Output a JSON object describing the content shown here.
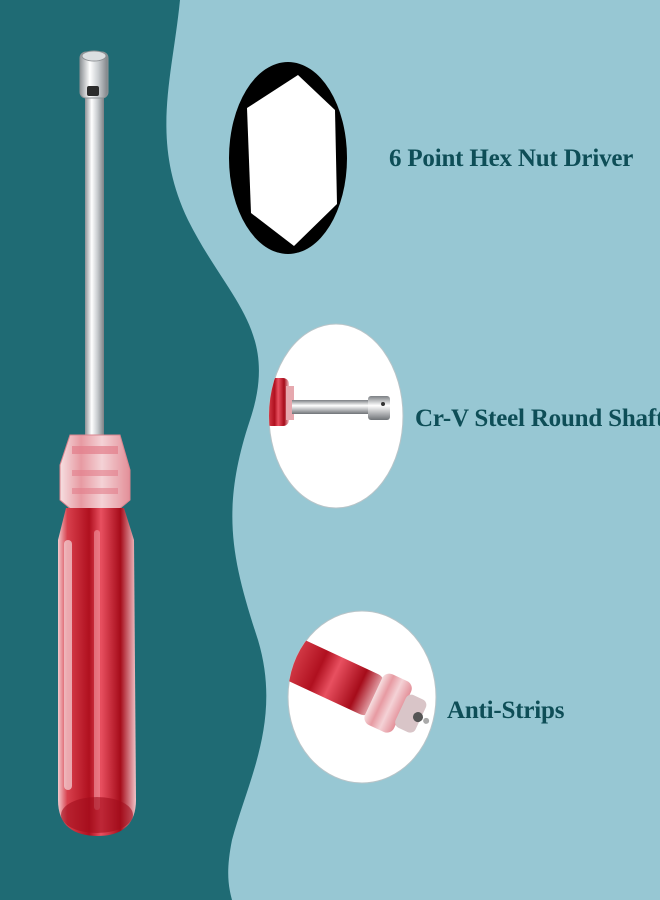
{
  "colors": {
    "dark_teal": "#1f6b74",
    "light_blue": "#97c7d3",
    "label_text": "#0e4e57",
    "handle_red": "#c8202e",
    "shaft_silver": "#d8dadc"
  },
  "features": [
    {
      "icon": "hex-socket-icon",
      "label": "6 Point Hex Nut Driver"
    },
    {
      "icon": "shaft-closeup-icon",
      "label": "Cr-V Steel Round Shaft"
    },
    {
      "icon": "handle-closeup-icon",
      "label": "Anti-Strips"
    }
  ]
}
